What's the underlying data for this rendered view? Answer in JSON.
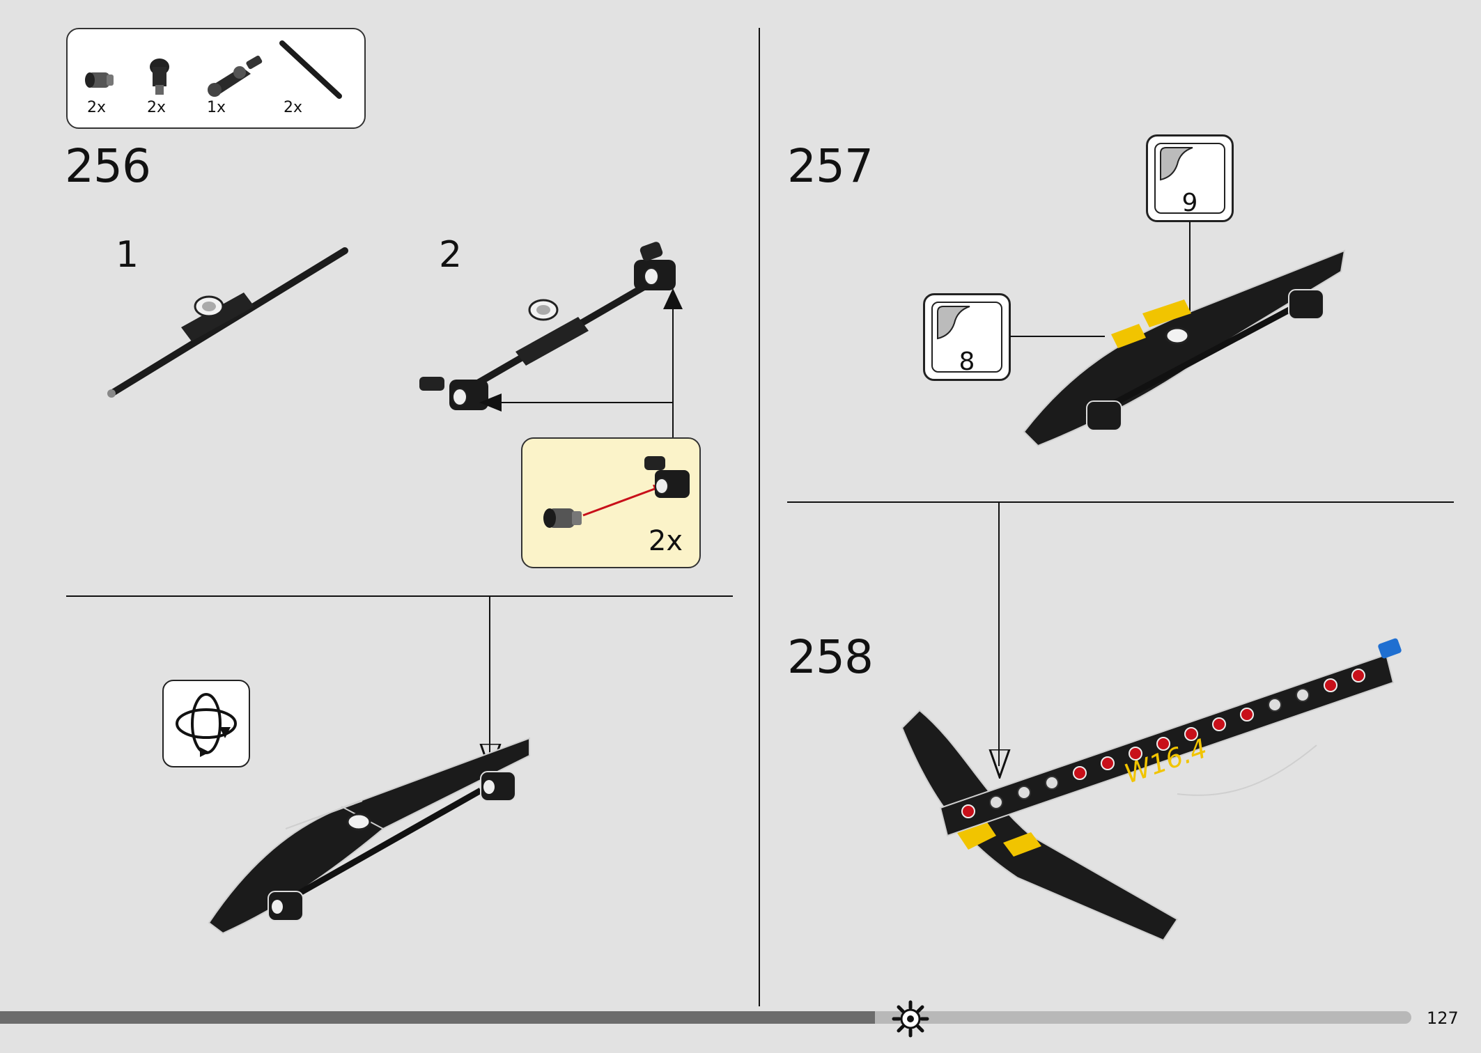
{
  "parts_list": {
    "items": [
      {
        "qty": "2x",
        "icon": "pin-connector-icon"
      },
      {
        "qty": "2x",
        "icon": "angle-connector-icon"
      },
      {
        "qty": "1x",
        "icon": "axle-connector-icon"
      },
      {
        "qty": "2x",
        "icon": "axle-icon"
      }
    ]
  },
  "steps": {
    "s256": {
      "number": "256",
      "sub1": "1",
      "sub2": "2",
      "callout_qty": "2x"
    },
    "s257": {
      "number": "257",
      "sticker_a": "8",
      "sticker_b": "9"
    },
    "s258": {
      "number": "258",
      "decal_text": "W16.4"
    }
  },
  "progress": {
    "fraction": 0.62
  },
  "page": {
    "number": "127"
  },
  "colors": {
    "accent_yellow": "#f1c400",
    "stud_red": "#c8101a",
    "part_black": "#1b1b1b",
    "callout_bg": "#fbf3c9",
    "blue_pin": "#1f6fd1"
  }
}
